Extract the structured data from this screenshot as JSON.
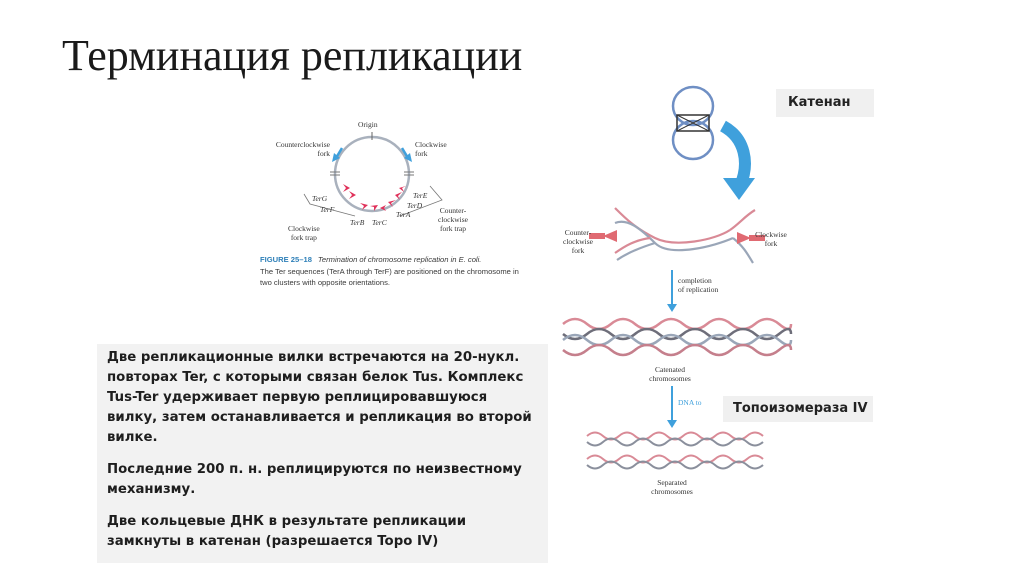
{
  "slide": {
    "title": "Терминация репликации"
  },
  "figure_left": {
    "origin": "Origin",
    "ccw_fork_1": "Counterclockwise",
    "ccw_fork_2": "fork",
    "cw_fork_1": "Clockwise",
    "cw_fork_2": "fork",
    "terG": "TerG",
    "terF": "TerF",
    "terB": "TerB",
    "terC": "TerC",
    "terE": "TerE",
    "terD": "TerD",
    "terA": "TerA",
    "cw_trap_1": "Clockwise",
    "cw_trap_2": "fork trap",
    "ccw_trap_1": "Counter-",
    "ccw_trap_2": "clockwise",
    "ccw_trap_3": "fork trap",
    "caption_num": "FIGURE 25–18",
    "caption_title": "Termination of chromosome replication in E. coli.",
    "caption_body": "The Ter sequences (TerA through TerF) are positioned on the chromosome in two clusters with opposite orientations."
  },
  "text_box": {
    "p1": "Две репликационные вилки встречаются на 20-нукл. повторах Ter, с которыми связан белок Tus. Комплекс Tus-Ter удерживает первую реплицировавшуюся вилку, затем останавливается и репликация во второй вилке.",
    "p2": "Последние 200 п. н. реплицируются по неизвестному механизму.",
    "p3": "Две кольцевые ДНК в результате репликации замкнуты в катенан (разрешается Topo IV)"
  },
  "figure_right": {
    "katenan": "Катенан",
    "topo": "Топоизомераза IV",
    "ccw_fork_1": "Counter-",
    "ccw_fork_2": "clockwise",
    "ccw_fork_3": "fork",
    "cw_fork_1": "Clockwise",
    "cw_fork_2": "fork",
    "completion_1": "completion",
    "completion_2": "of replication",
    "catenated_1": "Catenated",
    "catenated_2": "chromosomes",
    "dna_topo": "DNA to",
    "separated_1": "Separated",
    "separated_2": "chromosomes"
  },
  "colors": {
    "arrow_blue": "#3fa0dc",
    "ter_red": "#e0315a",
    "strand_pink": "#d98a96",
    "strand_gray": "#9aa6b8",
    "ring_blue": "#6f8fc4"
  }
}
